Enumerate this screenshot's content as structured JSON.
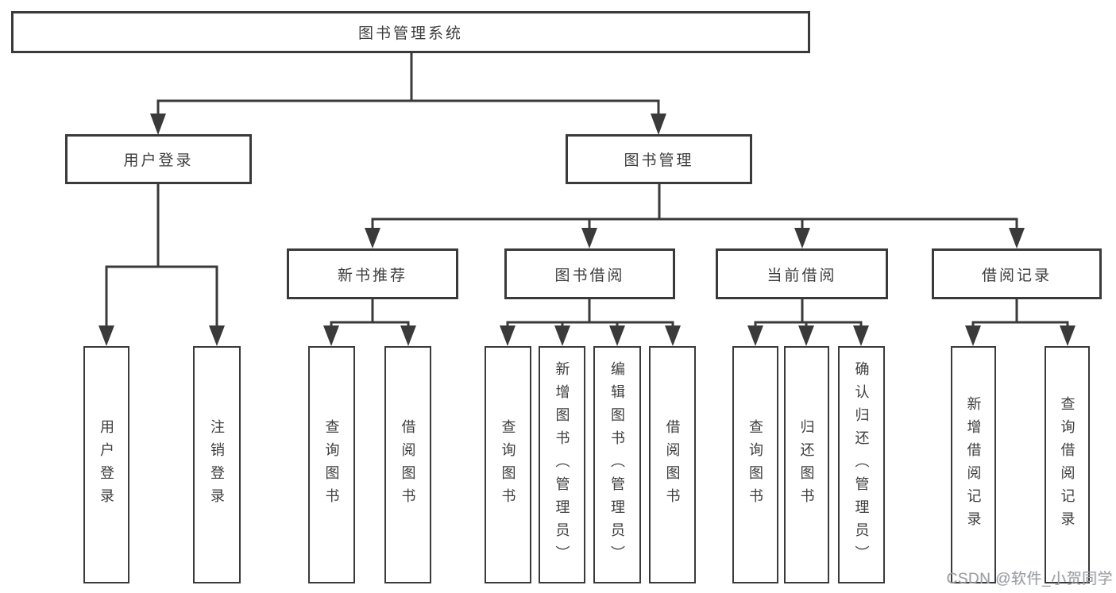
{
  "colors": {
    "line": "#3a3a3a",
    "box_border": "#3a3a3a",
    "box_fill": "#ffffff",
    "text": "#3d3d3d",
    "background": "#ffffff",
    "watermark_text_color": "#9f9f9f"
  },
  "diagram": {
    "root": {
      "label": "图书管理系统"
    },
    "level2": [
      {
        "label": "用户登录"
      },
      {
        "label": "图书管理"
      }
    ],
    "level3": [
      {
        "label": "新书推荐"
      },
      {
        "label": "图书借阅"
      },
      {
        "label": "当前借阅"
      },
      {
        "label": "借阅记录"
      }
    ],
    "leaves": [
      {
        "label": "用户登录"
      },
      {
        "label": "注销登录"
      },
      {
        "label": "查询图书"
      },
      {
        "label": "借阅图书"
      },
      {
        "label": "查询图书"
      },
      {
        "label": "新增图书（管理员）"
      },
      {
        "label": "编辑图书（管理员）"
      },
      {
        "label": "借阅图书"
      },
      {
        "label": "查询图书"
      },
      {
        "label": "归还图书"
      },
      {
        "label": "确认归还（管理员）"
      },
      {
        "label": "新增借阅记录"
      },
      {
        "label": "查询借阅记录"
      }
    ],
    "edges": [
      "图书管理系统→用户登录",
      "图书管理系统→图书管理",
      "用户登录→用户登录",
      "用户登录→注销登录",
      "图书管理→新书推荐",
      "图书管理→图书借阅",
      "图书管理→当前借阅",
      "图书管理→借阅记录",
      "新书推荐→查询图书",
      "新书推荐→借阅图书",
      "图书借阅→查询图书",
      "图书借阅→新增图书（管理员）",
      "图书借阅→编辑图书（管理员）",
      "图书借阅→借阅图书",
      "当前借阅→查询图书",
      "当前借阅→归还图书",
      "当前借阅→确认归还（管理员）",
      "借阅记录→新增借阅记录",
      "借阅记录→查询借阅记录"
    ]
  },
  "watermark": {
    "text": "CSDN @软件_小贺同学"
  }
}
